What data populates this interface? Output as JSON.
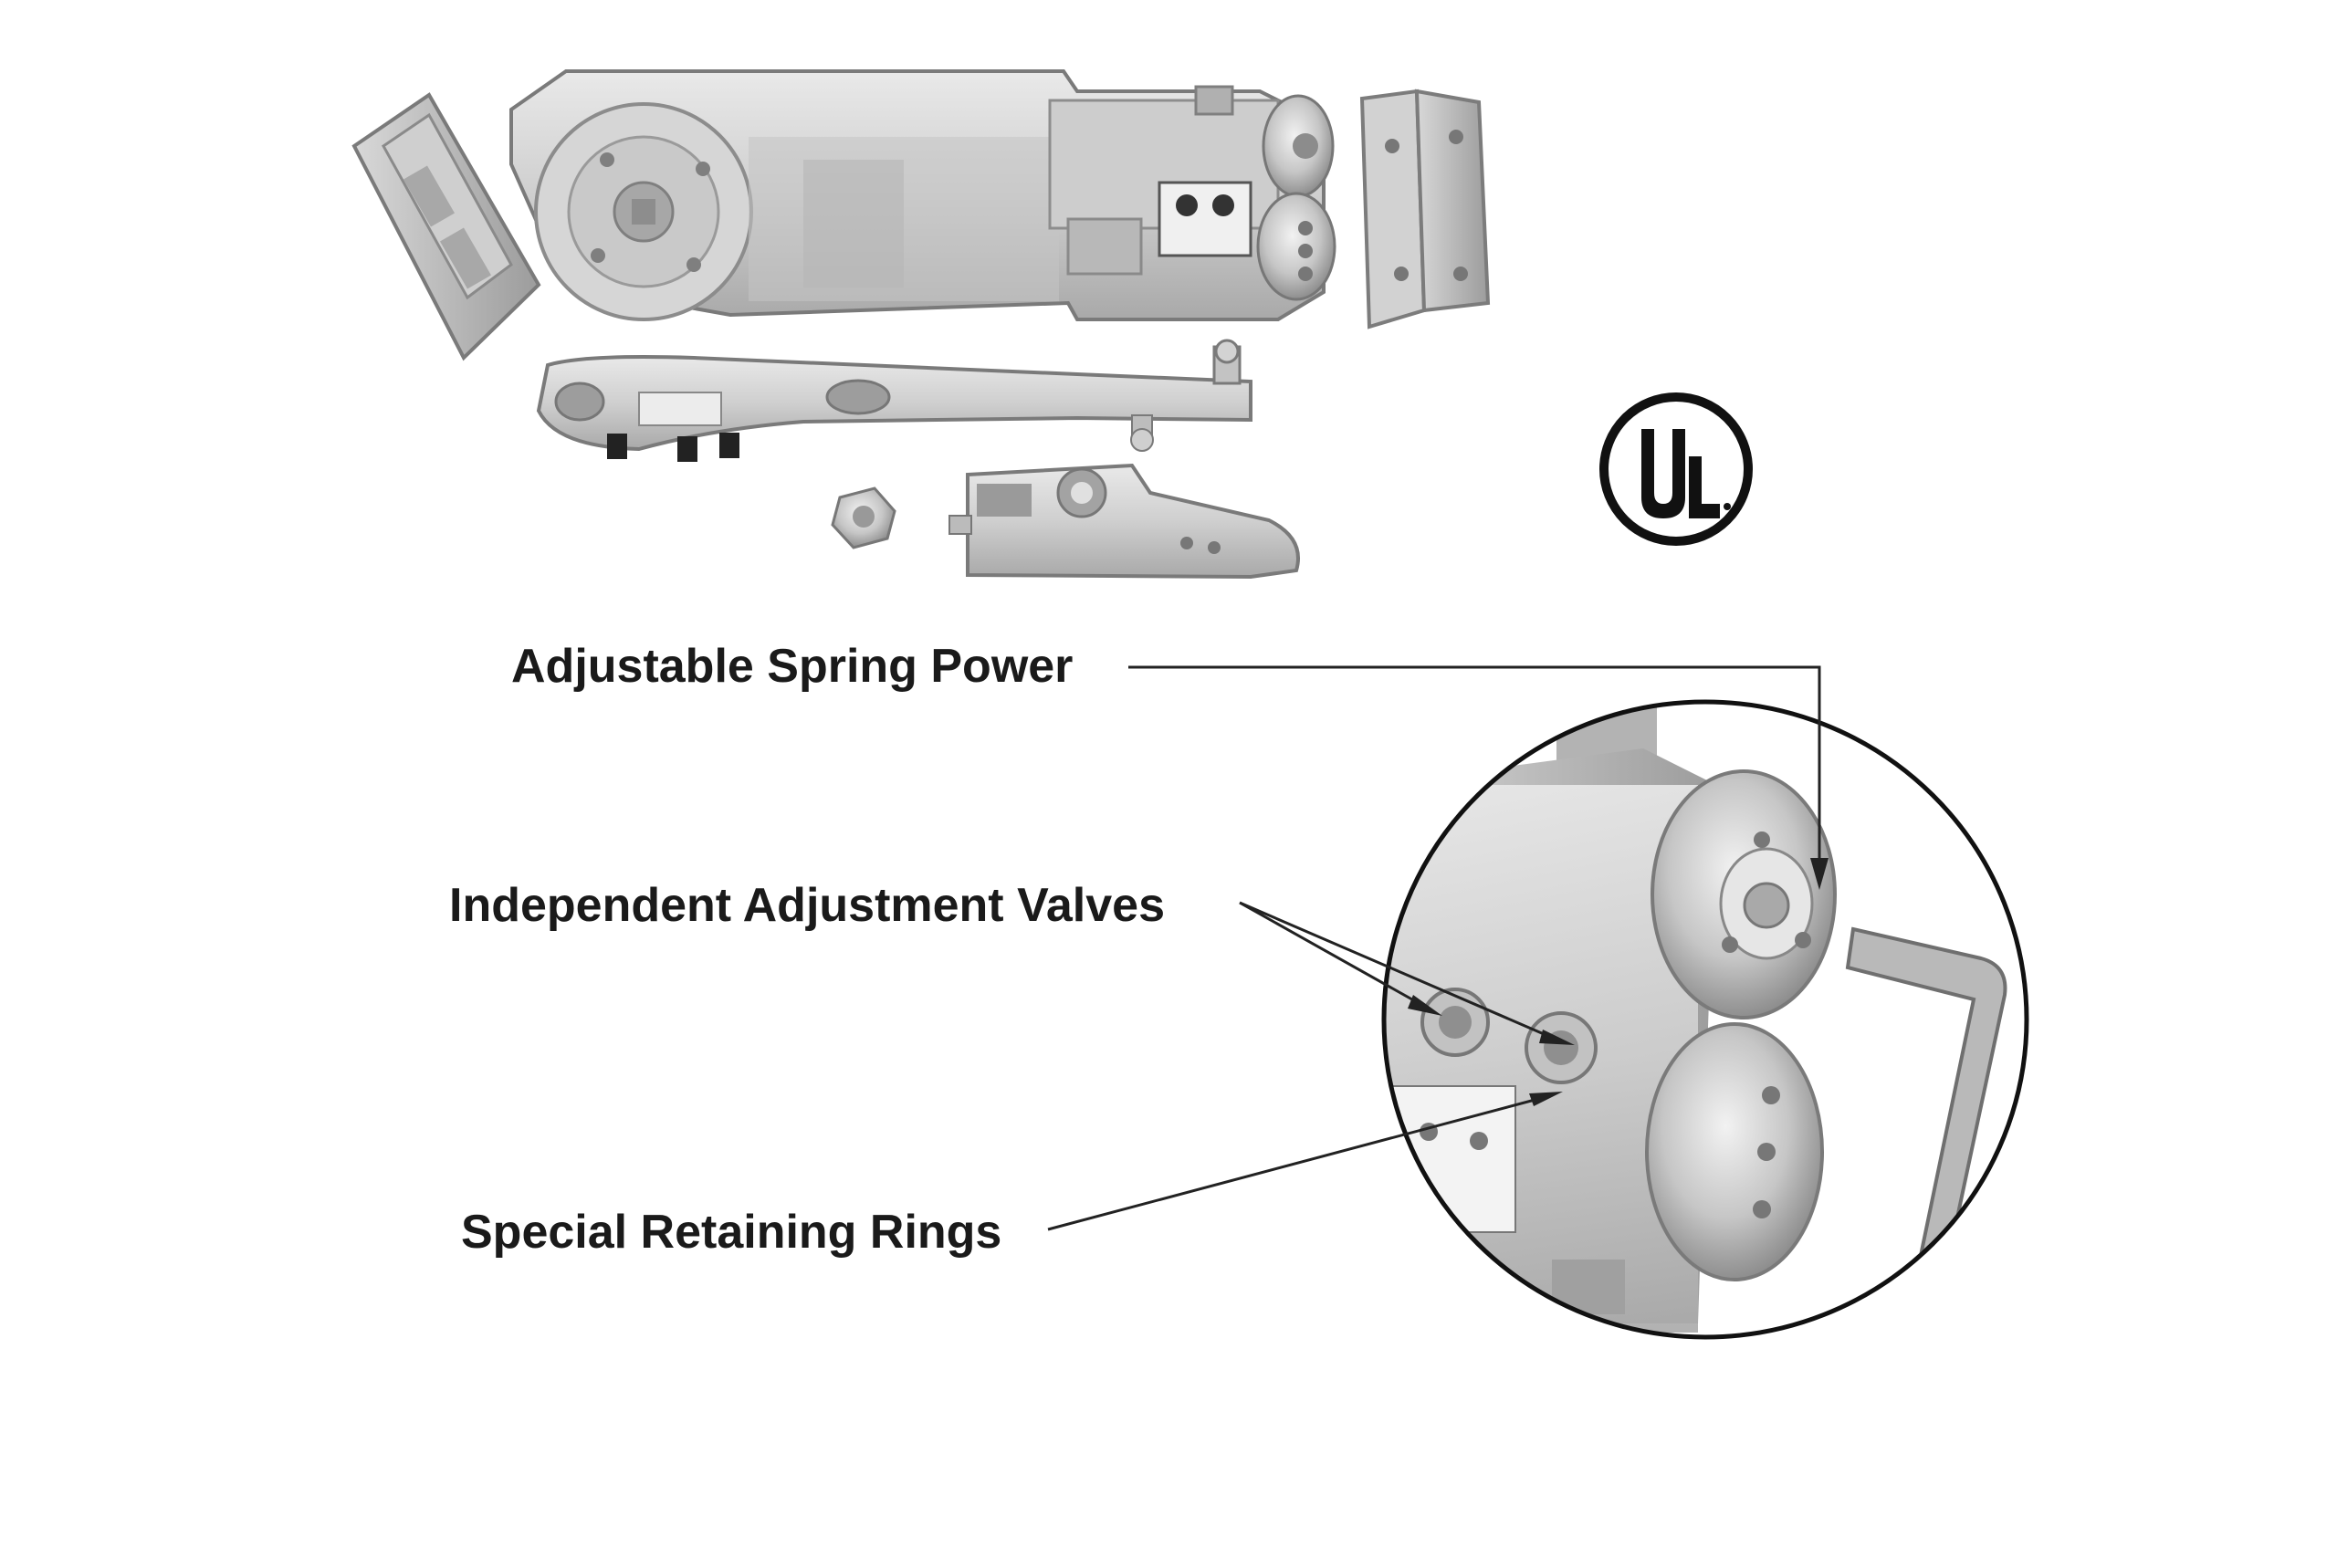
{
  "callouts": {
    "spring_power": "Adjustable Spring Power",
    "adjustment_valves": "Independent Adjustment Valves",
    "retaining_rings": "Special Retaining Rings"
  },
  "certification": {
    "mark_text": "UL"
  },
  "colors": {
    "metal_light": "#dcdcdc",
    "metal_mid": "#bdbdbd",
    "metal_dark": "#8f8f8f",
    "outline": "#6f6f6f",
    "text": "#1a1a1a",
    "ul_black": "#111111"
  }
}
